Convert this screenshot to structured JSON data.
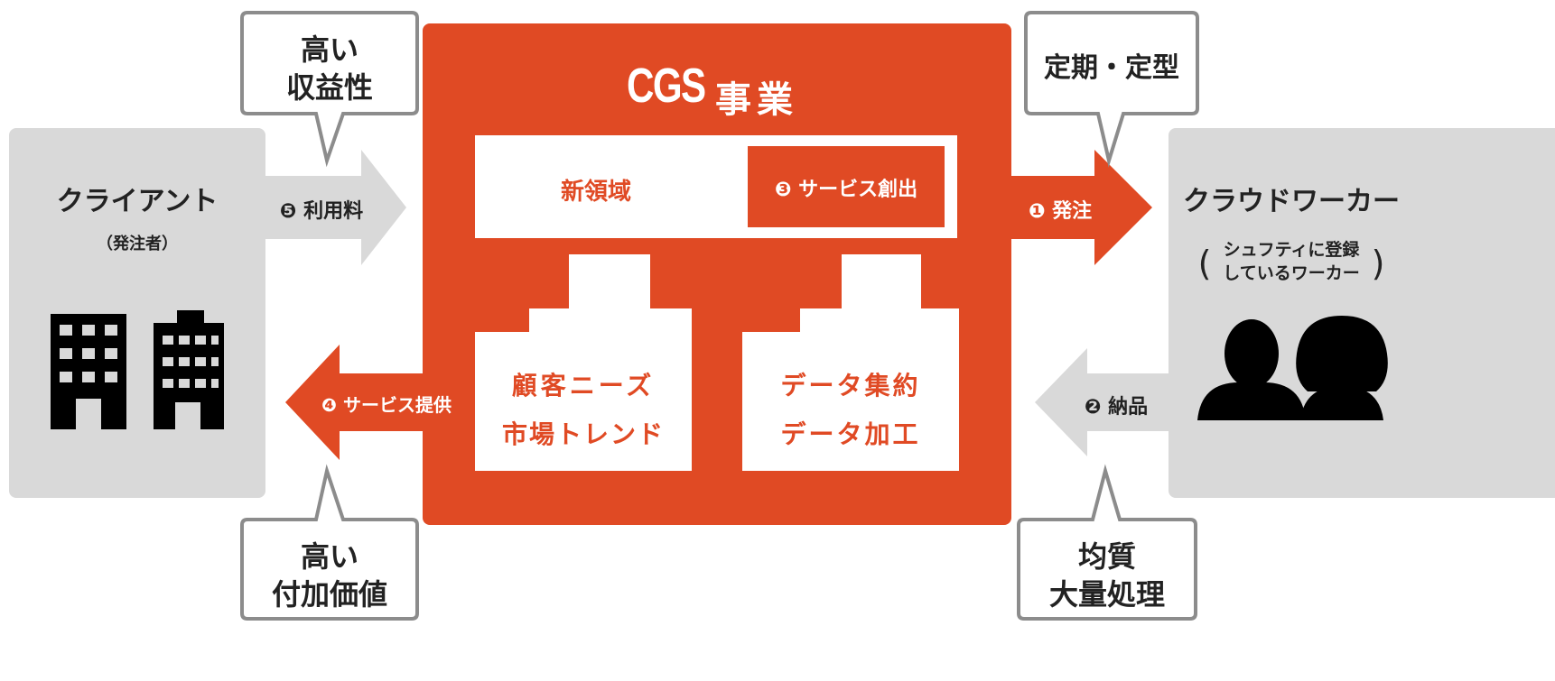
{
  "colors": {
    "accent": "#e04a24",
    "side_panel": "#d9d9d9",
    "grey_arrow": "#d9d9d9",
    "text_dark": "#222222",
    "white": "#ffffff"
  },
  "center": {
    "title_logo": "CGS",
    "title_suffix": "事業",
    "top_left_label": "新領域",
    "top_right_label": "❸ サービス創出",
    "box_left_line1": "顧客ニーズ",
    "box_left_line2": "市場トレンド",
    "box_right_line1": "データ集約",
    "box_right_line2": "データ加工"
  },
  "client": {
    "title": "クライアント",
    "subtitle": "（発注者）",
    "icon": "building-icon"
  },
  "worker": {
    "title": "クラウドワーカー",
    "subtitle_line1": "シュフティに登録",
    "subtitle_line2": "しているワーカー",
    "paren_open": "(",
    "paren_close": ")",
    "icon": "person-icon"
  },
  "arrows": {
    "fee": "❺ 利用料",
    "order": "❶ 発注",
    "service": "❹ サービス提供",
    "delivery": "❷ 納品"
  },
  "callouts": {
    "top_left_line1": "高い",
    "top_left_line2": "収益性",
    "top_right": "定期・定型",
    "bottom_left_line1": "高い",
    "bottom_left_line2": "付加価値",
    "bottom_right_line1": "均質",
    "bottom_right_line2": "大量処理"
  }
}
